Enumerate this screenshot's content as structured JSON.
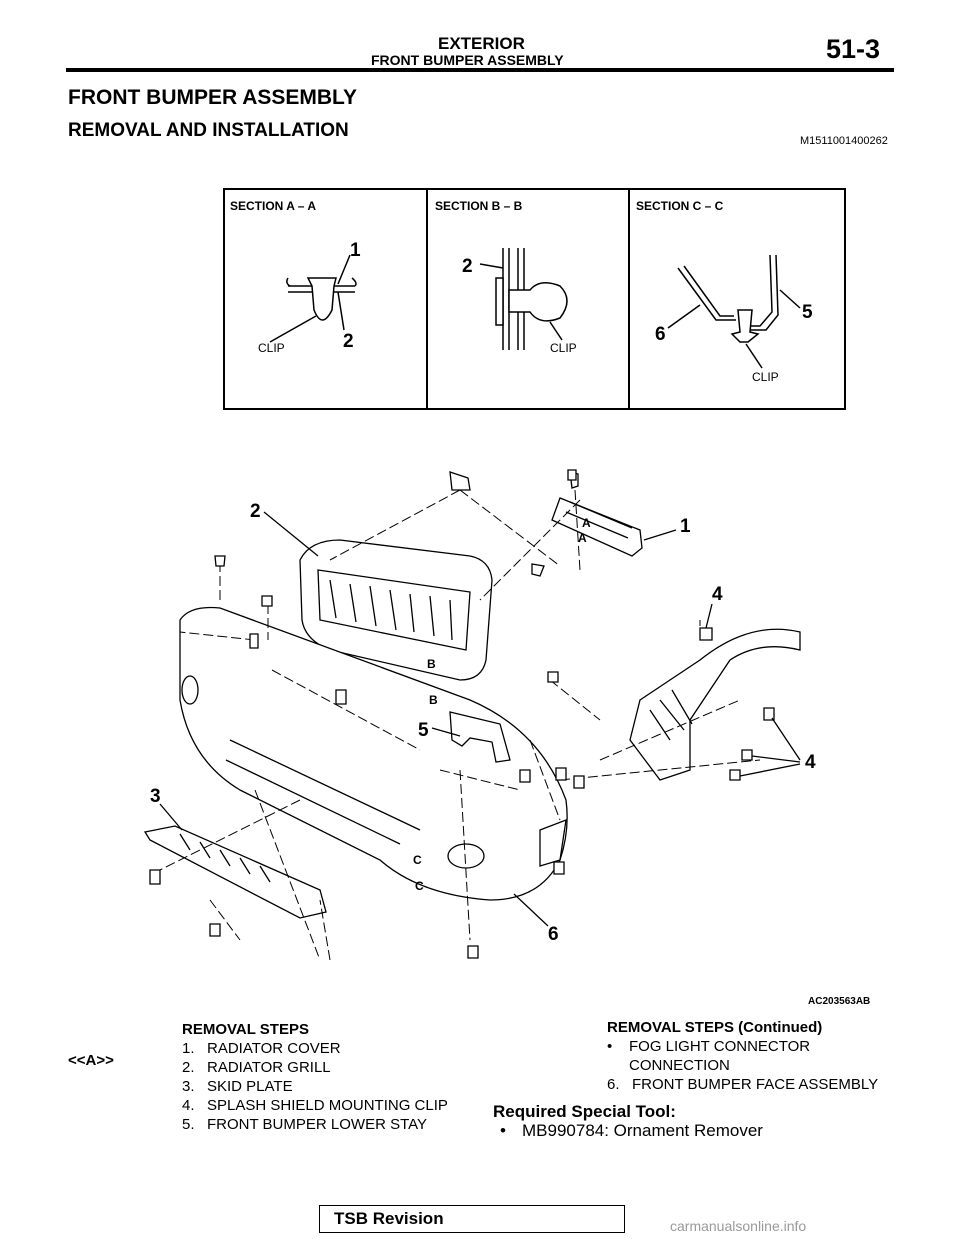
{
  "header": {
    "section": "EXTERIOR",
    "subsection": "FRONT BUMPER ASSEMBLY",
    "page": "51-3"
  },
  "title": "FRONT BUMPER ASSEMBLY",
  "subtitle": "REMOVAL AND INSTALLATION",
  "doc_id": "M1511001400262",
  "figure": {
    "sections": [
      {
        "label": "SECTION A – A",
        "callouts": [
          "1",
          "2"
        ],
        "clip": "CLIP"
      },
      {
        "label": "SECTION B – B",
        "callouts": [
          "2"
        ],
        "clip": "CLIP"
      },
      {
        "label": "SECTION C – C",
        "callouts": [
          "5",
          "6"
        ],
        "clip": "CLIP"
      }
    ],
    "callouts": [
      "1",
      "2",
      "3",
      "4",
      "4",
      "5",
      "6"
    ],
    "section_markers": [
      "A",
      "A",
      "B",
      "B",
      "C",
      "C"
    ],
    "figure_id": "AC203563AB"
  },
  "removal_steps": {
    "title": "REMOVAL STEPS",
    "ref_marker": "<<A>>",
    "items": [
      {
        "num": "1.",
        "text": "RADIATOR COVER"
      },
      {
        "num": "2.",
        "text": "RADIATOR GRILL"
      },
      {
        "num": "3.",
        "text": "SKID PLATE"
      },
      {
        "num": "4.",
        "text": "SPLASH SHIELD MOUNTING CLIP"
      },
      {
        "num": "5.",
        "text": "FRONT BUMPER LOWER STAY"
      }
    ]
  },
  "removal_steps_cont": {
    "title": "REMOVAL STEPS (Continued)",
    "bullet_item_1": "FOG LIGHT CONNECTOR",
    "bullet_item_2": "CONNECTION",
    "items": [
      {
        "num": "6.",
        "text": "FRONT BUMPER FACE ASSEMBLY"
      }
    ]
  },
  "special_tool": {
    "heading": "Required Special Tool:",
    "item": "MB990784: Ornament Remover"
  },
  "footer": {
    "tsb": "TSB Revision",
    "watermark": "carmanualsonline.info"
  }
}
